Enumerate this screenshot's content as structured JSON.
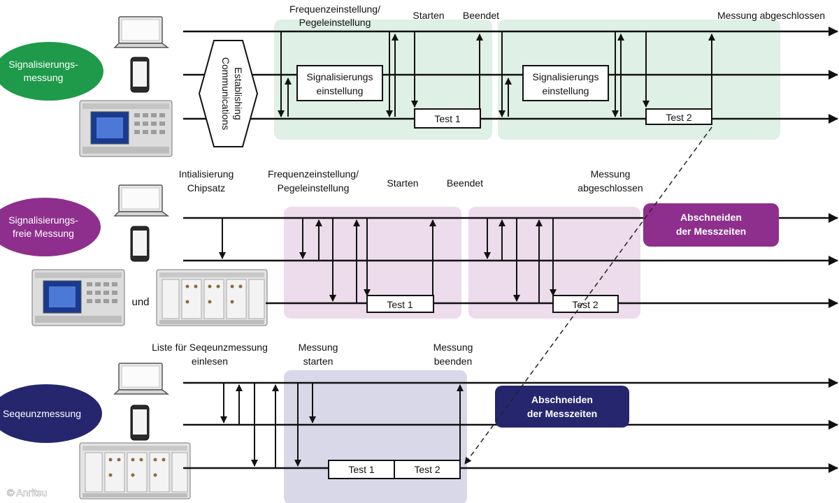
{
  "colors": {
    "green_oval": "#1e9a4a",
    "green_panel": "#dff0e6",
    "magenta_oval": "#8e2f8d",
    "pink_panel": "#ecdcec",
    "navy_oval": "#26266e",
    "lavender_panel": "#d9d8e8",
    "line": "#111111"
  },
  "section1": {
    "oval_line1": "Signalisierungs-",
    "oval_line2": "messung",
    "hexagon_line1": "Establishing",
    "hexagon_line2": "Communications",
    "label_freq_line1": "Frequenzeinstellung/",
    "label_freq_line2": "Pegeleinstellung",
    "label_start": "Starten",
    "label_end": "Beendet",
    "label_done": "Messung abgeschlossen",
    "box1_line1": "Signalisierungs",
    "box1_line2": "einstellung",
    "box2_line1": "Signalisierungs",
    "box2_line2": "einstellung",
    "test1": "Test 1",
    "test2": "Test 2"
  },
  "section2": {
    "oval_line1": "Signalisierungs-",
    "oval_line2": "freie Messung",
    "label_init_line1": "Intialisierung",
    "label_init_line2": "Chipsatz",
    "label_freq_line1": "Frequenzeinstellung/",
    "label_freq_line2": "Pegeleinstellung",
    "label_start": "Starten",
    "label_end": "Beendet",
    "label_done_line1": "Messung",
    "label_done_line2": "abgeschlossen",
    "und": "und",
    "test1": "Test 1",
    "test2": "Test 2",
    "cut_line1": "Abschneiden",
    "cut_line2": "der Messzeiten"
  },
  "section3": {
    "oval_label": "Seqeunzmessung",
    "label_list_line1": "Liste für Seqeunzmessung",
    "label_list_line2": "einlesen",
    "label_start_line1": "Messung",
    "label_start_line2": "starten",
    "label_end_line1": "Messung",
    "label_end_line2": "beenden",
    "test1": "Test 1",
    "test2": "Test 2",
    "cut_line1": "Abschneiden",
    "cut_line2": "der Messzeiten"
  },
  "copyright": "© Anritsu",
  "icons": [
    "laptop-icon",
    "smartphone-icon",
    "radio-tester-icon",
    "modular-tester-icon"
  ]
}
